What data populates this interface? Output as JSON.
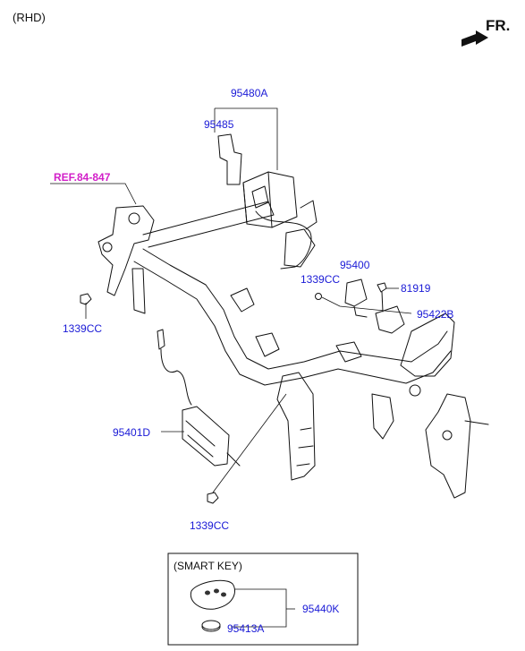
{
  "header": {
    "variant_note": "(RHD)",
    "direction_label": "FR."
  },
  "reference": {
    "label": "REF.84-847",
    "color": "#d21fc8"
  },
  "part_labels": {
    "module_assy": "95480A",
    "bracket": "95485",
    "nut_right": "1339CC",
    "nut_left": "1339CC",
    "nut_bottom": "1339CC",
    "antenna_unit": "95400",
    "bolt": "81919",
    "antenna_bracket": "95422B",
    "ecu": "95401D"
  },
  "inset": {
    "title": "(SMART KEY)",
    "fob_label": "95440K",
    "battery_label": "95413A"
  },
  "colors": {
    "part_number_text": "#1a1ad6",
    "linework": "#111111"
  }
}
